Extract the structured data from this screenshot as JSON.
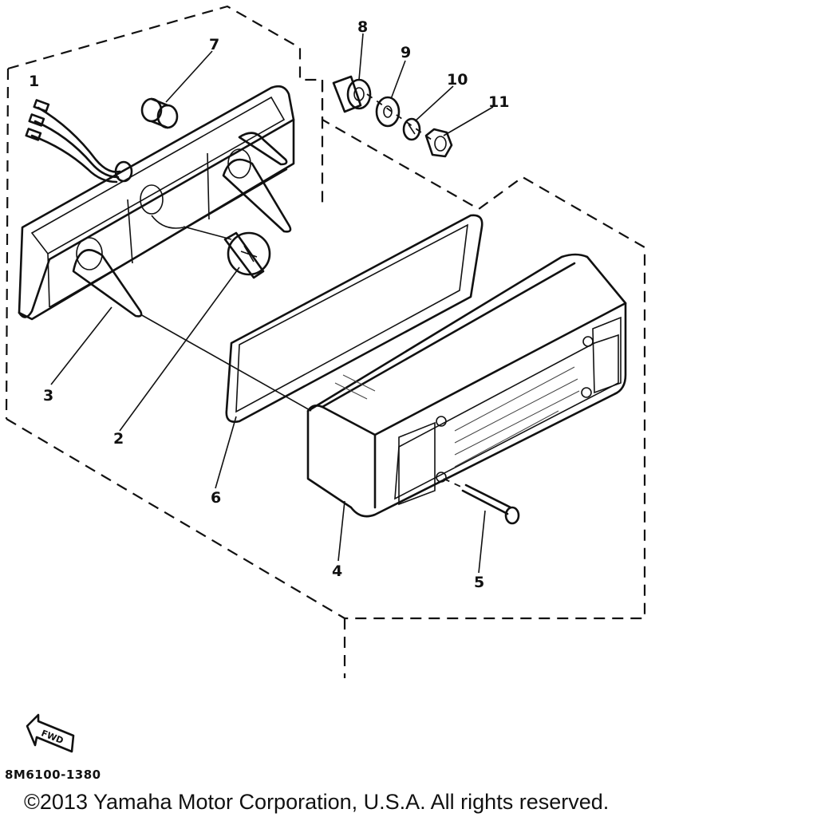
{
  "diagram": {
    "part_labels": [
      "1",
      "2",
      "3",
      "4",
      "5",
      "6",
      "7",
      "8",
      "9",
      "10",
      "11"
    ],
    "fwd_label": "FWD",
    "drawing_code": "8M6100-1380"
  },
  "footer": {
    "copyright": "©2013 Yamaha Motor Corporation, U.S.A. All rights reserved."
  }
}
